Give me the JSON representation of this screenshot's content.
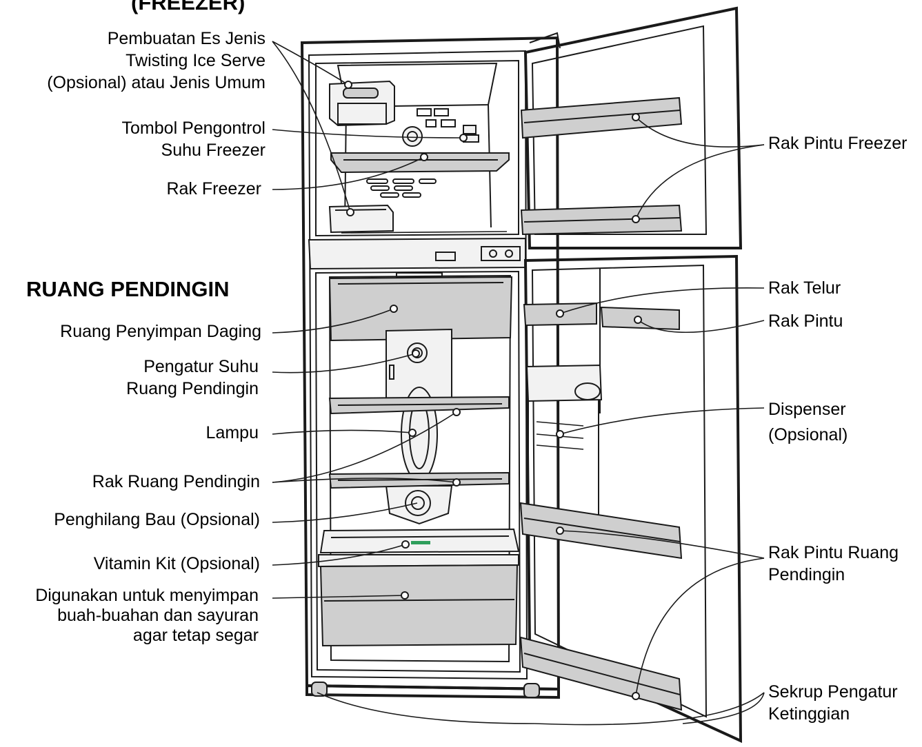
{
  "headings": {
    "freezer": "(FREEZER)",
    "cooler": "RUANG PENDINGIN"
  },
  "labels_left": {
    "ice_maker": [
      "Pembuatan Es Jenis",
      "Twisting Ice Serve",
      "(Opsional) atau Jenis Umum"
    ],
    "freezer_temp": [
      "Tombol Pengontrol",
      "Suhu Freezer"
    ],
    "freezer_shelf": [
      "Rak Freezer"
    ],
    "meat_storage": [
      "Ruang Penyimpan Daging"
    ],
    "cooler_temp": [
      "Pengatur Suhu",
      "Ruang Pendingin"
    ],
    "lamp": [
      "Lampu"
    ],
    "cooler_shelf": [
      "Rak Ruang Pendingin"
    ],
    "deodorizer": [
      "Penghilang Bau (Opsional)"
    ],
    "vitamin_kit": [
      "Vitamin Kit (Opsional)"
    ],
    "crisper": [
      "Digunakan untuk menyimpan",
      "buah-buahan dan sayuran",
      "agar tetap segar"
    ]
  },
  "labels_right": {
    "freezer_door_shelf": [
      "Rak Pintu Freezer"
    ],
    "egg_tray": [
      "Rak Telur"
    ],
    "door_shelf": [
      "Rak Pintu"
    ],
    "dispenser": [
      "Dispenser",
      "(Opsional)"
    ],
    "cooler_door_shelf": [
      "Rak Pintu Ruang",
      "Pendingin"
    ],
    "leveling_screw": [
      "Sekrup Pengatur",
      "Ketinggian"
    ]
  },
  "colors": {
    "line": "#1a1a1a",
    "fill": "#f2f2f2",
    "accent": "#2e9e5b"
  }
}
